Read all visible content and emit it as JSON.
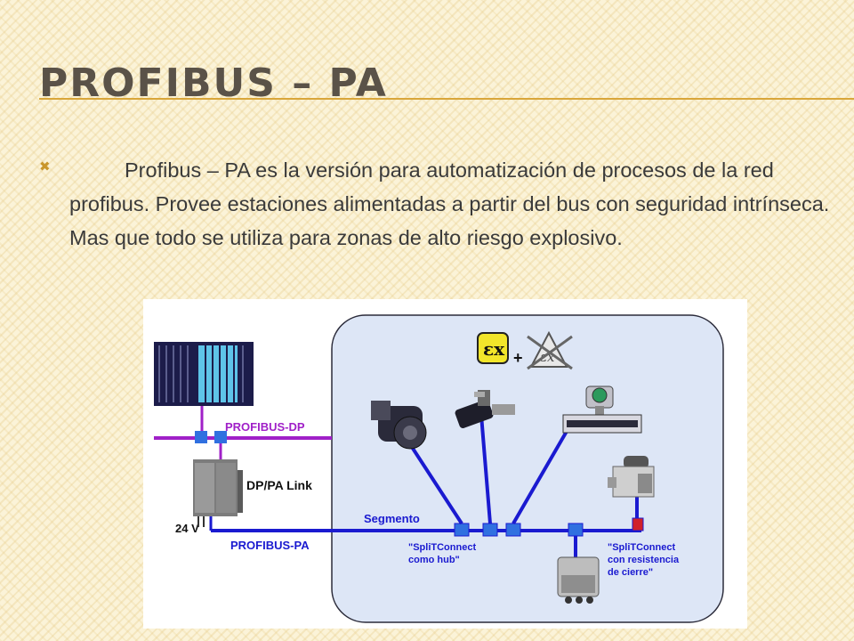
{
  "slide": {
    "title": "PROFIBUS – PA",
    "bullet_icon": "x-mark-icon",
    "bullet_text": "Profibus – PA es la versión para automatización de procesos de la red profibus. Provee estaciones alimentadas a partir del bus con seguridad intrínseca. Mas que todo se utiliza para zonas de alto riesgo explosivo.",
    "colors": {
      "accent": "#d9a63a",
      "title": "#5a5248",
      "bus_dp": "#a020c8",
      "bus_pa": "#1a1ad0",
      "segment_box": "#dde6f6"
    }
  },
  "diagram": {
    "labels": {
      "dp": "PROFIBUS-DP",
      "link": "DP/PA Link",
      "voltage": "24 V",
      "pa": "PROFIBUS-PA",
      "segment": "Segmento",
      "hub_line1": "\"SpliTConnect",
      "hub_line2": "como hub\"",
      "term_line1": "\"SpliTConnect",
      "term_line2": "con resistencia",
      "term_line3": "de cierre\"",
      "plus": "+"
    },
    "icons": [
      "plc-rack-icon",
      "dp-pa-link-icon",
      "ex-symbol-icon",
      "ex-crossed-icon",
      "pump-icon",
      "valve-icon",
      "flowmeter-icon",
      "pressure-transmitter-icon",
      "junction-box-icon"
    ]
  }
}
